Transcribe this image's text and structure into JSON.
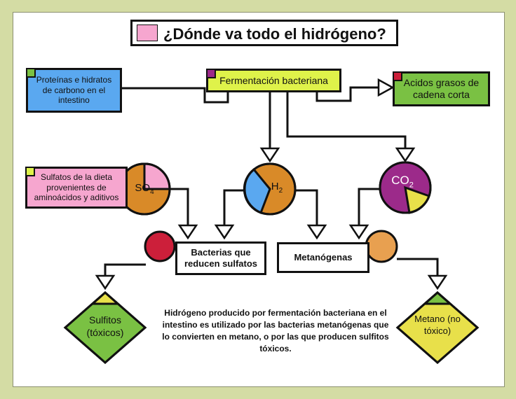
{
  "title": "¿Dónde va todo el hidrógeno?",
  "nodes": {
    "proteinas": "Proteínas e hidratos de carbono en el intestino",
    "fermentacion": "Fermentación bacteriana",
    "acidos": "Acidos grasos de cadena corta",
    "sulfatos": "Sulfatos de la dieta provenientes de aminoácidos y aditivos",
    "bacterias": "Bacterias que reducen sulfatos",
    "metanogenas": "Metanógenas",
    "sulfitos": "Sulfitos (tóxicos)",
    "metano": "Metano (no tóxico)"
  },
  "circles": {
    "so4": {
      "base": "SO",
      "sub": "4"
    },
    "h2": {
      "base": "H",
      "sub": "2"
    },
    "co2": {
      "base": "CO",
      "sub": "2"
    }
  },
  "note": "Hidrógeno producido por fermentación bacteriana en el intestino es utilizado por las bacterias metanógenas que lo convierten en metano, o por las que producen sulfitos tóxicos.",
  "colors": {
    "background": "#d4dca4",
    "blue": "#5aa8f0",
    "lime": "#dff24a",
    "green": "#7ac143",
    "pink": "#f6a6cf",
    "magenta": "#9c2a8a",
    "orange": "#d98a28",
    "red": "#cc1f3a",
    "light_orange": "#e8a050",
    "olive": "#8fba3a",
    "yellow": "#e8e04a"
  }
}
